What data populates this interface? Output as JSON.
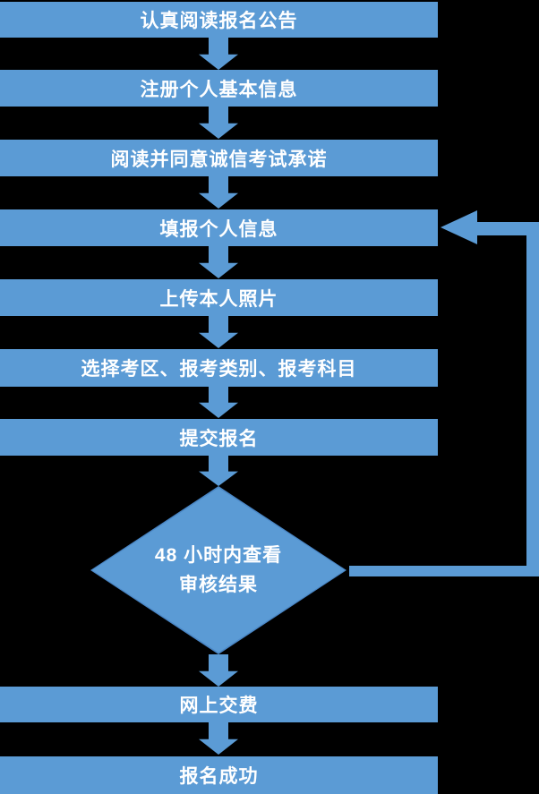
{
  "page": {
    "title": "考试报名流程图",
    "background_color": "#000000",
    "accent_color": "#5b9bd5",
    "diamond_border_color": "#4a86c5",
    "text_color": "#ffffff"
  },
  "icons": {
    "down_arrow": "block down-arrow shape",
    "left_arrowhead": "left-pointing triangle of feedback loop"
  },
  "flow": {
    "steps": [
      {
        "label": "认真阅读报名公告"
      },
      {
        "label": "注册个人基本信息"
      },
      {
        "label": "阅读并同意诚信考试承诺"
      },
      {
        "label": "填报个人信息"
      },
      {
        "label": "上传本人照片"
      },
      {
        "label": "选择考区、报考类别、报考科目"
      },
      {
        "label": "提交报名"
      }
    ],
    "decision": {
      "line1": "48 小时内查看",
      "line2": "审核结果"
    },
    "post_steps": [
      {
        "label": "网上交费"
      },
      {
        "label": "报名成功"
      }
    ]
  }
}
